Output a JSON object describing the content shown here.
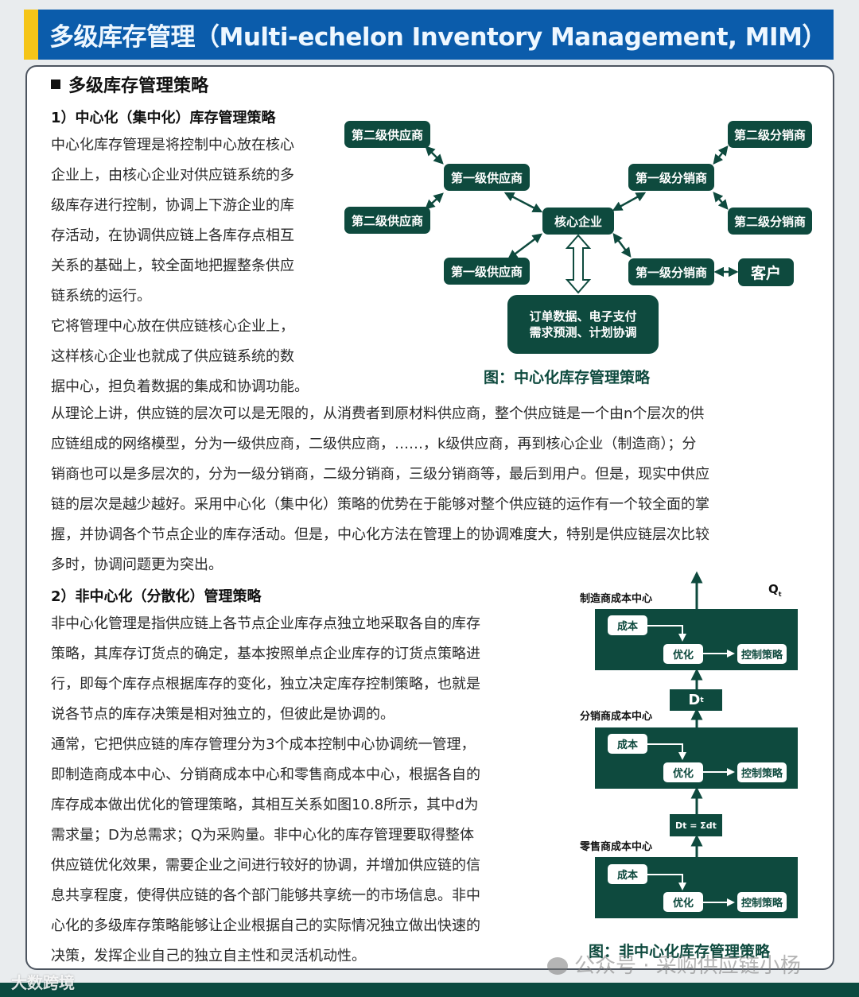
{
  "header": {
    "title": "多级库存管理（Multi-echelon Inventory Management, MIM）",
    "colors": {
      "title_bg": "#0b5cab",
      "accent_bar": "#f5c518",
      "node_green": "#0e4a3e"
    }
  },
  "section": {
    "title": "多级库存管理策略"
  },
  "part1": {
    "heading": "1）中心化（集中化）库存管理策略",
    "para_lines": [
      "中心化库存管理是将控制中心放在核心",
      "企业上，由核心企业对供应链系统的多",
      "级库存进行控制，协调上下游企业的库",
      "存活动，在协调供应链上各库存点相互",
      "关系的基础上，较全面地把握整条供应",
      "链系统的运行。"
    ],
    "para2_lines": [
      "它将管理中心放在供应链核心企业上，",
      "这样核心企业也就成了供应链系统的数",
      "据中心，担负着数据的集成和协调功能。"
    ],
    "para3_lines": [
      "从理论上讲，供应链的层次可以是无限的，从消费者到原材料供应商，整个供应链是一个由n个层次的供",
      "应链组成的网络模型，分为一级供应商，二级供应商，……，k级供应商，再到核心企业（制造商）；分",
      "销商也可以是多层次的，分为一级分销商，二级分销商，三级分销商等，最后到用户。但是，现实中供应",
      "链的层次是越少越好。采用中心化（集中化）策略的优势在于能够对整个供应链的运作有一个较全面的掌",
      "握，并协调各个节点企业的库存活动。但是，中心化方法在管理上的协调难度大，特别是供应链层次比较",
      "多时，协调问题更为突出。"
    ]
  },
  "diagram1": {
    "nodes": {
      "s2_top": "第二级供应商",
      "s2_bottom": "第二级供应商",
      "s1_top": "第一级供应商",
      "s1_bottom": "第一级供应商",
      "core": "核心企业",
      "d1_top": "第一级分销商",
      "d1_bottom": "第一级分销商",
      "d2_top": "第二级分销商",
      "d2_bottom": "第二级分销商",
      "customer": "客户",
      "info_line1": "订单数据、电子支付",
      "info_line2": "需求预测、计划协调"
    },
    "caption": "图：中心化库存管理策略"
  },
  "part2": {
    "heading": "2）非中心化（分散化）管理策略",
    "para_lines": [
      "非中心化管理是指供应链上各节点企业库存点独立地采取各自的库存",
      "策略，其库存订货点的确定，基本按照单点企业库存的订货点策略进",
      "行，即每个库存点根据库存的变化，独立决定库存控制策略，也就是",
      "说各节点的库存决策是相对独立的，但彼此是协调的。"
    ],
    "para2_lines": [
      "通常，它把供应链的库存管理分为3个成本控制中心协调统一管理，",
      "即制造商成本中心、分销商成本中心和零售商成本中心，根据各自的",
      "库存成本做出优化的管理策略，其相互关系如图10.8所示，其中d为",
      "需求量；D为总需求；Q为采购量。非中心化的库存管理要取得整体",
      "供应链优化效果，需要企业之间进行较好的协调，并增加供应链的信",
      "息共享程度，使得供应链的各个部门能够共享统一的市场信息。非中",
      "心化的多级库存策略能够让企业根据自己的实际情况独立做出快速的",
      "决策，发挥企业自己的独立自主性和灵活机动性。"
    ]
  },
  "diagram2": {
    "q_label": "Q",
    "q_sub": "t",
    "centers": [
      {
        "label": "制造商成本中心",
        "cost": "成本",
        "optimize": "优化",
        "strategy": "控制策略"
      },
      {
        "label": "分销商成本中心",
        "cost": "成本",
        "optimize": "优化",
        "strategy": "控制策略"
      },
      {
        "label": "零售商成本中心",
        "cost": "成本",
        "optimize": "优化",
        "strategy": "控制策略"
      }
    ],
    "d_box": "D",
    "d_sub": "t",
    "d_sum": "Dt = Σdt",
    "caption": "图：非中心化库存管理策略"
  },
  "watermarks": {
    "left": "大数跨境",
    "right": "公众号 · 采购供应链小杨"
  }
}
